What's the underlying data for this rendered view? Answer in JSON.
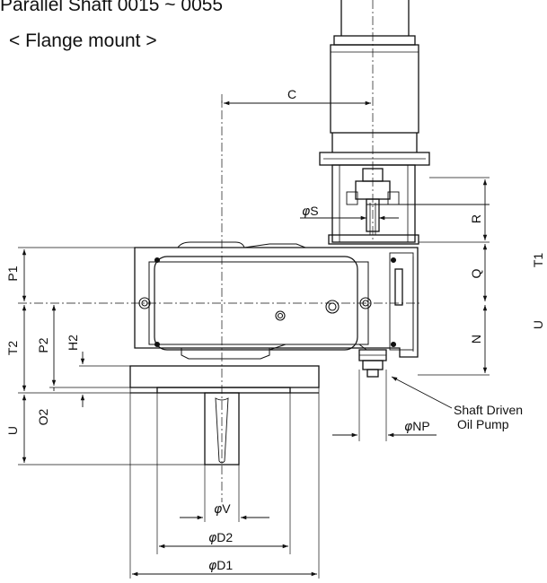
{
  "heading": "Parallel Shaft   0015  ~  0055",
  "subheading": "< Flange mount >",
  "dimensions": {
    "C": "C",
    "S": "S",
    "R": "R",
    "Q": "Q",
    "N": "N",
    "P1": "P1",
    "P2": "P2",
    "T1": "T1",
    "T2": "T2",
    "U_left": "U",
    "U_right": "U",
    "H2": "H2",
    "O2": "O2",
    "NP": "NP",
    "V": "V",
    "D2": "D2",
    "D1": "D1"
  },
  "diameter_symbol": "φ",
  "callout": {
    "line1": "Shaft Driven",
    "line2": "Oil Pump"
  }
}
